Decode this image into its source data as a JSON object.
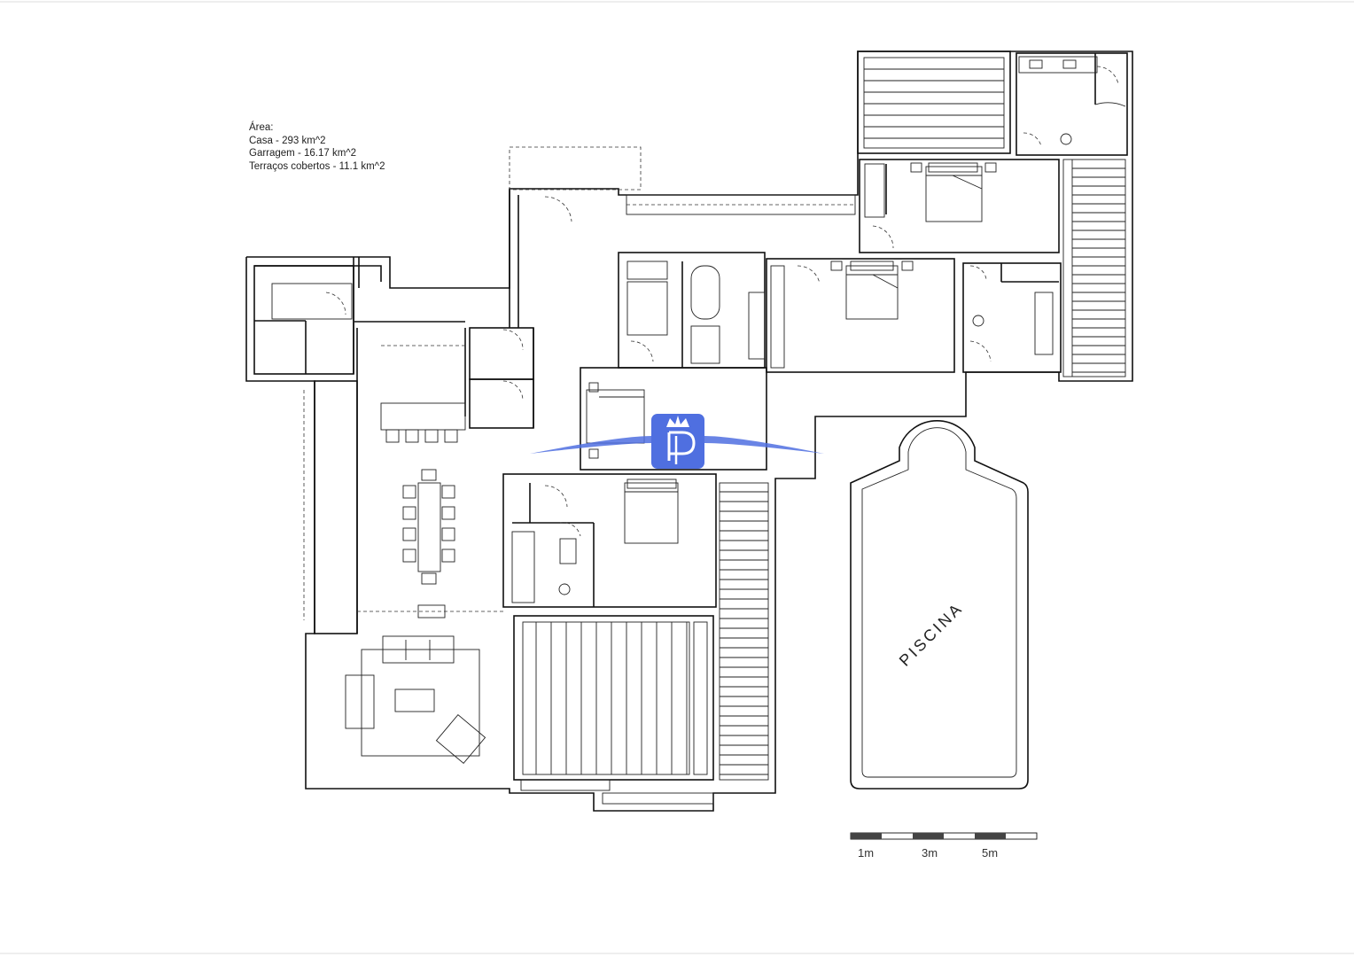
{
  "area": {
    "heading": "Área:",
    "casa": "Casa - 293 km^2",
    "garragem": "Garragem - 16.17 km^2",
    "terracos": "Terraços cobertos - 11.1 km^2"
  },
  "pool": {
    "label": "PISCINA"
  },
  "scale_bar": {
    "labels": [
      "1m",
      "3m",
      "5m"
    ]
  },
  "logo": {
    "name": "crown-p-logo-icon",
    "color": "#4f6fe0"
  }
}
